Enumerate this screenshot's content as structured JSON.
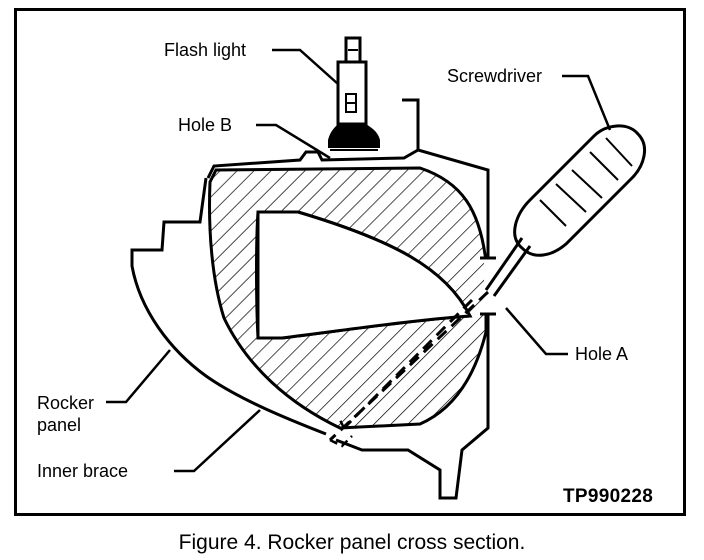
{
  "labels": {
    "flash_light": "Flash light",
    "screwdriver": "Screwdriver",
    "hole_b": "Hole B",
    "hole_a": "Hole A",
    "rocker_panel_line1": "Rocker",
    "rocker_panel_line2": "panel",
    "inner_brace": "Inner brace"
  },
  "figure_id": "TP990228",
  "caption": "Figure 4. Rocker panel cross section."
}
